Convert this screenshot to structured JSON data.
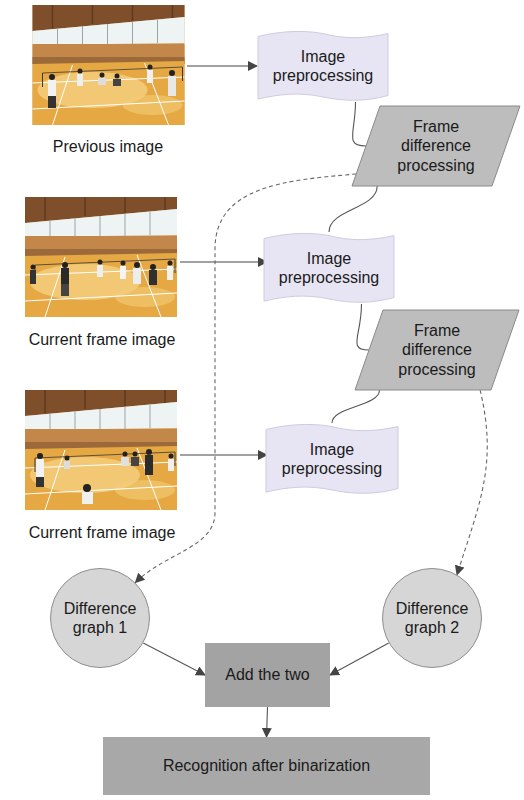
{
  "diagram": {
    "nodes": [
      {
        "text": [
          "Image preprocessing"
        ]
      },
      {
        "text": [
          "Frame difference processing"
        ]
      },
      {
        "text": [
          "Image preprocessing"
        ]
      },
      {
        "text": [
          "Frame difference processing"
        ]
      },
      {
        "text": [
          "Image preprocessing"
        ]
      },
      {
        "text": [
          "Difference graph 1"
        ]
      },
      {
        "text": [
          "Add the two"
        ]
      },
      {
        "text": [
          "Difference graph 2"
        ]
      },
      {
        "text": [
          "Recognition after binarization"
        ]
      }
    ],
    "edges": [
      {
        "from": 0,
        "to": 1,
        "arrow": "none"
      },
      {
        "from": 1,
        "to": 2,
        "arrow": "none"
      },
      {
        "from": 2,
        "to": 3,
        "arrow": "none"
      },
      {
        "from": 3,
        "to": 4,
        "arrow": "none"
      },
      {
        "from": 1,
        "to": 5,
        "arrow": "to"
      },
      {
        "from": 3,
        "to": 7,
        "arrow": "to"
      },
      {
        "from": 5,
        "to": 6,
        "arrow": "to"
      },
      {
        "from": 7,
        "to": 6,
        "arrow": "to"
      },
      {
        "from": 6,
        "to": 8,
        "arrow": "to"
      }
    ],
    "labels": [
      "Previous image",
      "Current frame image",
      "Current frame image"
    ]
  }
}
